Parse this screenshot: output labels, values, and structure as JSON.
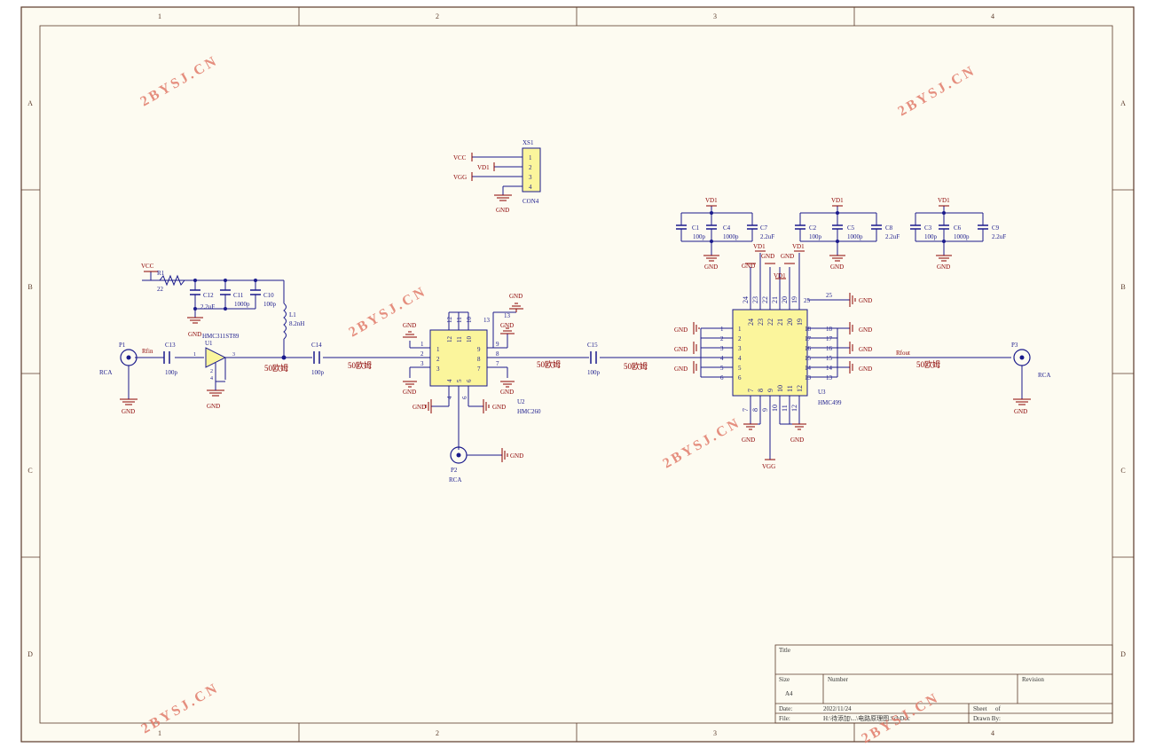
{
  "colors": {
    "paper": "#fdfbf1",
    "border": "#5a3a2a",
    "wire": "#1a1a8c",
    "label": "#8b0000",
    "comp_fill": "#fbf59c",
    "watermark": "#e07a6a"
  },
  "zones": {
    "cols": [
      "1",
      "2",
      "3",
      "4"
    ],
    "rows": [
      "A",
      "B",
      "C",
      "D"
    ]
  },
  "watermark": "2BYSJ.CN",
  "title_block": {
    "title_label": "Title",
    "size_label": "Size",
    "size_value": "A4",
    "number_label": "Number",
    "revision_label": "Revision",
    "date_label": "Date:",
    "date_value": "2022/11/24",
    "sheet_label": "Sheet",
    "of_label": "of",
    "file_label": "File:",
    "file_value": "H:\\待添加\\...\\电路原理图.SchDoc",
    "drawn_label": "Drawn By:"
  },
  "labels": {
    "gnd": "GND",
    "vcc": "VCC",
    "vd1": "VD1",
    "vgg": "VGG",
    "ohm50": "50欧姆",
    "rfin": "Rfin",
    "rfout": "Rfout",
    "rca": "RCA",
    "p1": "P1",
    "p2": "P2",
    "p3": "P3",
    "xs1": "XS1",
    "con4": "CON4",
    "con_pins": [
      "1",
      "2",
      "3",
      "4"
    ],
    "r1": "R1",
    "r1v": "22",
    "c12": "C12",
    "c12v": "2.2uF",
    "c11": "C11",
    "c11v": "1000p",
    "c10": "C10",
    "c10v": "100p",
    "l1": "L1",
    "l1v": "8.2nH",
    "c13": "C13",
    "c13v": "100p",
    "c14": "C14",
    "c14v": "100p",
    "c15": "C15",
    "c15v": "100p",
    "u1": "U1",
    "u1p": "HMC311ST89",
    "u1pins": [
      "1",
      "2",
      "3",
      "4"
    ],
    "u2": "U2",
    "u2p": "HMC260",
    "u3": "U3",
    "u3p": "HMC499",
    "u3designator": "13",
    "c1": "C1",
    "c1v": "100p",
    "c4": "C4",
    "c4v": "1000p",
    "c7": "C7",
    "c7v": "2.2uF",
    "c2": "C2",
    "c2v": "100p",
    "c5": "C5",
    "c5v": "1000p",
    "c8": "C8",
    "c8v": "2.2uF",
    "c3": "C3",
    "c3v": "100p",
    "c6": "C6",
    "c6v": "1000p",
    "c9": "C9",
    "c9v": "2.2uF",
    "u2_left": [
      "1",
      "2",
      "3"
    ],
    "u2_right": [
      "9",
      "8",
      "7"
    ],
    "u2_top": [
      "12",
      "11",
      "10"
    ],
    "u2_bottom": [
      "4",
      "5",
      "6"
    ],
    "u2_extra": "13",
    "u3_left": [
      "1",
      "2",
      "3",
      "4",
      "5",
      "6"
    ],
    "u3_right": [
      "18",
      "17",
      "16",
      "15",
      "14",
      "13"
    ],
    "u3_top": [
      "24",
      "23",
      "22",
      "21",
      "20",
      "19"
    ],
    "u3_bottom": [
      "7",
      "8",
      "9",
      "10",
      "11",
      "12"
    ],
    "u3_p25": "25"
  }
}
